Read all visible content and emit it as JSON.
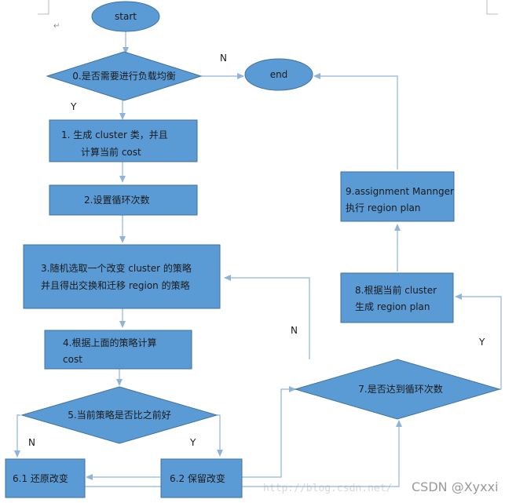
{
  "colors": {
    "shape_fill": "#5b9bd5",
    "shape_stroke": "#41719c",
    "arrow": "#8fb3d9",
    "text": "#1a1a1a"
  },
  "nodes": {
    "start": "start",
    "end": "end",
    "step0": "0.是否需要进行负载均衡",
    "step1_line1": "1.   生成 cluster 类，并且",
    "step1_line2": "计算当前 cost",
    "step2": "2.设置循环次数",
    "step3_line1": "3.随机选取一个改变 cluster 的策略",
    "step3_line2": "并且得出交换和迁移 region 的策略",
    "step4_line1": "4.根据上面的策略计算",
    "step4_line2": "cost",
    "step5": "5.当前策略是否比之前好",
    "step61": "6.1  还原改变",
    "step62": "6.2 保留改变",
    "step7": "7.是否达到循环次数",
    "step8_line1": "8.根据当前 cluster",
    "step8_line2": "生成 region plan",
    "step9_line1": "9.assignment Mannger",
    "step9_line2": "执行 region plan"
  },
  "edge_labels": {
    "step0_no": "N",
    "step0_yes": "Y",
    "step5_no": "N",
    "step5_yes": "Y",
    "step7_no": "N",
    "step7_yes": "Y"
  },
  "paragraph_mark": "↵",
  "watermark": "http://blog.csdn.net/",
  "csdn_mark": "CSDN @Xyxxi"
}
